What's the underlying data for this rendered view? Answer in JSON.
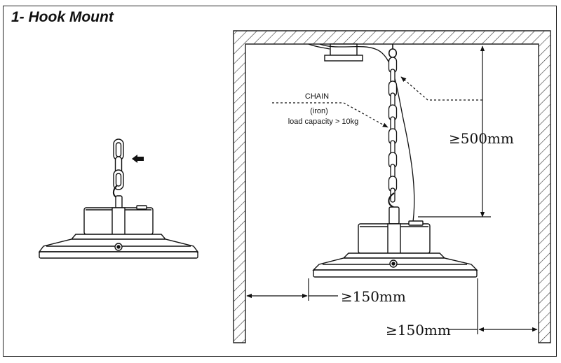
{
  "title": "1- Hook Mount",
  "chain_label": {
    "name": "CHAIN",
    "material": "(iron)",
    "capacity": "load capacity > 10kg"
  },
  "dimensions": {
    "ceiling_gap": "≥500mm",
    "left_wall_gap": "≥150mm",
    "right_wall_gap": "≥150mm"
  }
}
